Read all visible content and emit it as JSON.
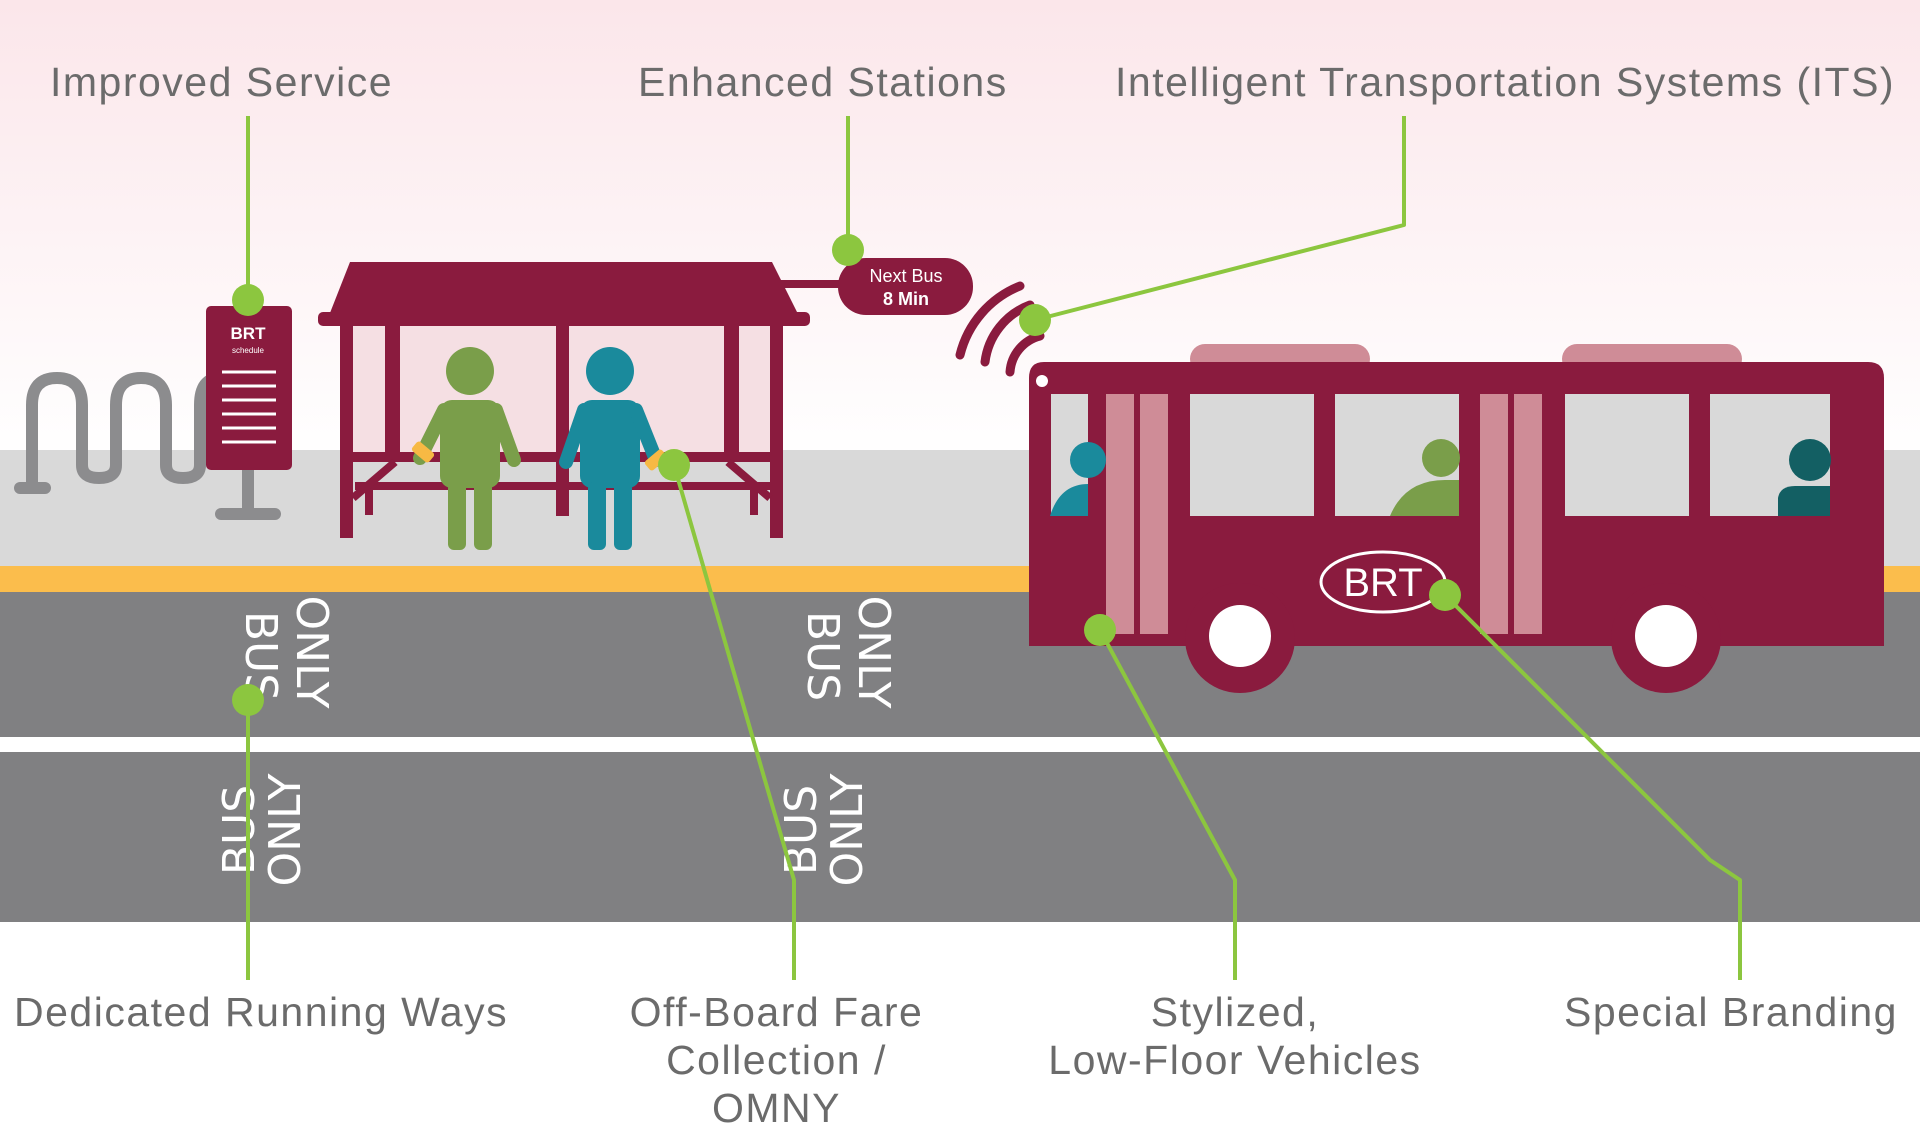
{
  "colors": {
    "brand": "#8a1b3e",
    "brand_light": "#cf8c97",
    "accent_green": "#8cc63f",
    "road": "#808082",
    "curb": "#fbbd4c",
    "person_green": "#7a9e4a",
    "person_teal": "#1a8a9c"
  },
  "labels": {
    "improved_service": "Improved Service",
    "enhanced_stations": "Enhanced Stations",
    "its": "Intelligent Transportation Systems (ITS)",
    "dedicated_running_ways": "Dedicated Running Ways",
    "off_board_fare": "Off-Board Fare Collection / OMNY",
    "stylized_vehicles_line1": "Stylized,",
    "stylized_vehicles_line2": "Low-Floor Vehicles",
    "special_branding": "Special Branding"
  },
  "sign": {
    "title": "BRT",
    "subtitle": "schedule"
  },
  "display": {
    "line1": "Next Bus",
    "line2": "8 Min"
  },
  "bus": {
    "logo": "BRT"
  },
  "road_marking": {
    "word1": "BUS",
    "word2": "ONLY"
  }
}
